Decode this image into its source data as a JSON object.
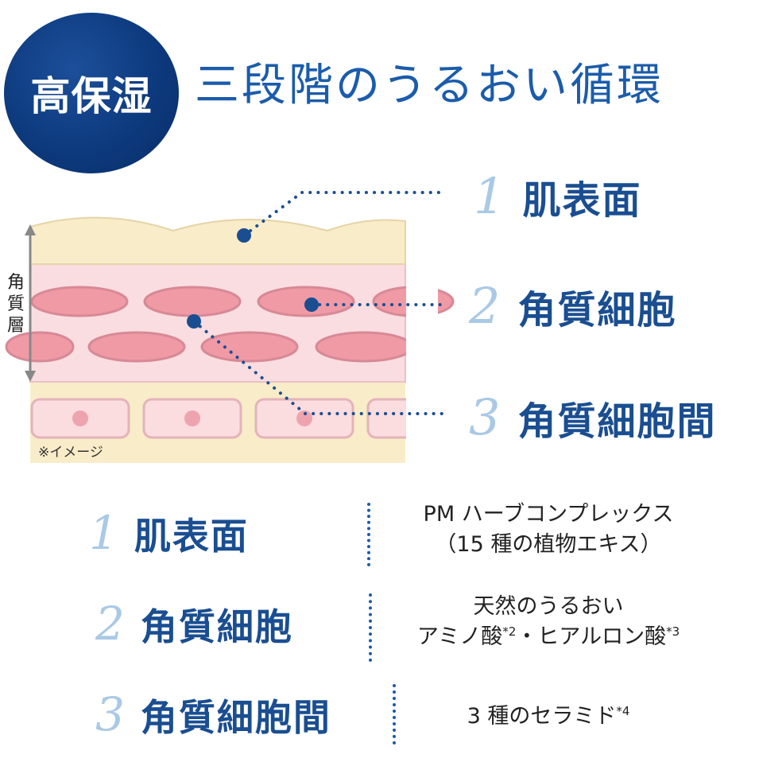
{
  "badge": {
    "text": "高保湿"
  },
  "headline": "三段階のうるおい循環",
  "diagram": {
    "stratum_label": [
      "角",
      "質",
      "層"
    ],
    "image_note": "※イメージ",
    "layers": [
      {
        "number": "1",
        "label": "肌表面"
      },
      {
        "number": "2",
        "label": "角質細胞"
      },
      {
        "number": "3",
        "label": "角質細胞間"
      }
    ],
    "colors": {
      "surface": "#f9ecc8",
      "stratum": "#f9dde0",
      "cell": "#f09aa6",
      "cell_border": "#d78996",
      "base": "#f9ecc8",
      "base_cell": "#fbdcdf",
      "dot": "#1a4e91"
    }
  },
  "details": [
    {
      "number": "1",
      "label": "肌表面",
      "lines": [
        "PM ハーブコンプレックス",
        "（15 種の植物エキス）"
      ]
    },
    {
      "number": "2",
      "label": "角質細胞",
      "line1": "天然のうるおい",
      "line2_a": "アミノ酸",
      "sup_a": "*2",
      "line2_b": "・ヒアルロン酸",
      "sup_b": "*3"
    },
    {
      "number": "3",
      "label": "角質細胞間",
      "text": "3 種のセラミド",
      "sup": "*4"
    }
  ],
  "colors": {
    "accent": "#1b5cab",
    "number": "#a9c9e6",
    "badge": "#0d3a7e"
  }
}
